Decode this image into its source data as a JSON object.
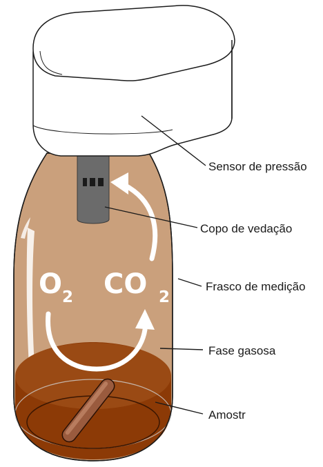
{
  "labels": {
    "sensor": "Sensor de pressão",
    "cup": "Copo de vedação",
    "flask": "Frasco de medição",
    "gas_phase": "Fase gasosa",
    "sample": "Amostr"
  },
  "chemistry": {
    "oxygen_symbol": "O",
    "oxygen_subscript": "2",
    "co2_symbol": "CO",
    "co2_subscript": "2"
  },
  "colors": {
    "bottle_glass": "#caa07c",
    "liquid": "#8c3a06",
    "liquid_dark": "#6e2c04",
    "sensor_body": "#ffffff",
    "outline": "#1a1a1a",
    "arrows": "#ffffff",
    "cup": "#6b6b6b",
    "stir_bar": "#9a5b3e"
  }
}
